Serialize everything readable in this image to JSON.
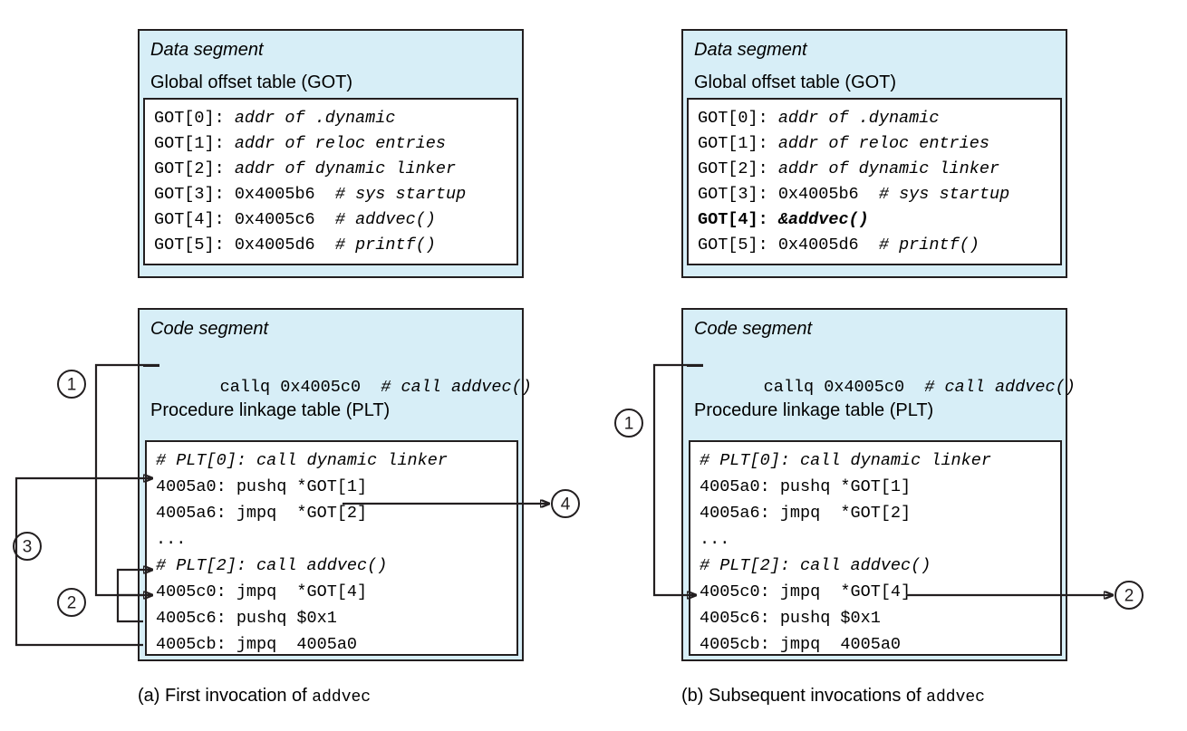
{
  "figure": {
    "title": "PLT/GOT dynamic linking lazy binding diagram"
  },
  "panels": {
    "left": {
      "data_segment": {
        "title": "Data segment",
        "subtitle": "Global offset table (GOT)",
        "rows": [
          {
            "label": "GOT[0]:",
            "value": "addr of .dynamic",
            "style": "italic"
          },
          {
            "label": "GOT[1]:",
            "value": "addr of reloc entries",
            "style": "italic"
          },
          {
            "label": "GOT[2]:",
            "value": "addr of dynamic linker",
            "style": "italic"
          },
          {
            "label": "GOT[3]:",
            "value": "0x4005b6",
            "comment": "# sys startup",
            "style": "normal"
          },
          {
            "label": "GOT[4]:",
            "value": "0x4005c6",
            "comment": "# addvec()",
            "style": "normal"
          },
          {
            "label": "GOT[5]:",
            "value": "0x4005d6",
            "comment": "# printf()",
            "style": "normal"
          }
        ]
      },
      "code_segment": {
        "title": "Code segment",
        "call_instruction": "callq 0x4005c0",
        "call_comment": "# call addvec()",
        "subtitle": "Procedure linkage table (PLT)",
        "rows": [
          {
            "text": "# PLT[0]: call dynamic linker",
            "style": "italic"
          },
          {
            "text": "4005a0: pushq *GOT[1]",
            "style": "normal"
          },
          {
            "text": "4005a6: jmpq  *GOT[2]",
            "style": "normal"
          },
          {
            "text": "...",
            "style": "normal"
          },
          {
            "text": "# PLT[2]: call addvec()",
            "style": "italic"
          },
          {
            "text": "4005c0: jmpq  *GOT[4]",
            "style": "normal"
          },
          {
            "text": "4005c6: pushq $0x1",
            "style": "normal"
          },
          {
            "text": "4005cb: jmpq  4005a0",
            "style": "normal"
          }
        ]
      },
      "caption_prefix": "(a) First invocation of ",
      "caption_mono": "addvec",
      "step_markers": [
        "1",
        "3",
        "2",
        "4"
      ]
    },
    "right": {
      "data_segment": {
        "title": "Data segment",
        "subtitle": "Global offset table (GOT)",
        "rows": [
          {
            "label": "GOT[0]:",
            "value": "addr of .dynamic",
            "style": "italic"
          },
          {
            "label": "GOT[1]:",
            "value": "addr of reloc entries",
            "style": "italic"
          },
          {
            "label": "GOT[2]:",
            "value": "addr of dynamic linker",
            "style": "italic"
          },
          {
            "label": "GOT[3]:",
            "value": "0x4005b6",
            "comment": "# sys startup",
            "style": "normal"
          },
          {
            "label": "GOT[4]:",
            "value": "&addvec()",
            "comment": "",
            "style": "bold-italic"
          },
          {
            "label": "GOT[5]:",
            "value": "0x4005d6",
            "comment": "# printf()",
            "style": "normal"
          }
        ]
      },
      "code_segment": {
        "title": "Code segment",
        "call_instruction": "callq 0x4005c0",
        "call_comment": "# call addvec()",
        "subtitle": "Procedure linkage table (PLT)",
        "rows": [
          {
            "text": "# PLT[0]: call dynamic linker",
            "style": "italic"
          },
          {
            "text": "4005a0: pushq *GOT[1]",
            "style": "normal"
          },
          {
            "text": "4005a6: jmpq  *GOT[2]",
            "style": "normal"
          },
          {
            "text": "...",
            "style": "normal"
          },
          {
            "text": "# PLT[2]: call addvec()",
            "style": "italic"
          },
          {
            "text": "4005c0: jmpq  *GOT[4]",
            "style": "normal"
          },
          {
            "text": "4005c6: pushq $0x1",
            "style": "normal"
          },
          {
            "text": "4005cb: jmpq  4005a0",
            "style": "normal"
          }
        ]
      },
      "caption_prefix": "(b) Subsequent invocations of ",
      "caption_mono": "addvec",
      "step_markers": [
        "1",
        "2"
      ]
    }
  },
  "colors": {
    "panel_fill": "#d7eef7",
    "stroke": "#231f20",
    "box_fill": "#ffffff",
    "page_background": "#ffffff"
  }
}
